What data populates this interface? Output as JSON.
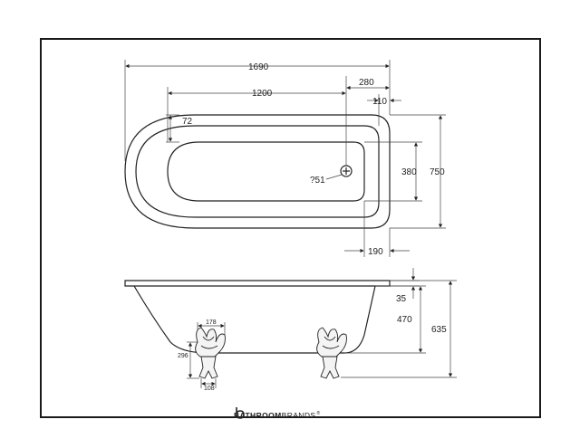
{
  "plan_view": {
    "dimensions": {
      "overall_length": "1690",
      "inner_length": "1200",
      "waste_offset": "280",
      "right_offset": "110",
      "rim_width": "72",
      "inner_width": "380",
      "overall_width": "750",
      "end_offset": "190",
      "waste_diameter": "?51"
    }
  },
  "side_view": {
    "dimensions": {
      "rim_height": "35",
      "depth": "470",
      "total_height": "635",
      "foot_width": "178",
      "foot_height": "296",
      "foot_base": "108"
    }
  },
  "brand": {
    "part1": "BATHROOM",
    "part2": "BRANDS",
    "trademark": "®",
    "accent": "#1a1a1a"
  }
}
